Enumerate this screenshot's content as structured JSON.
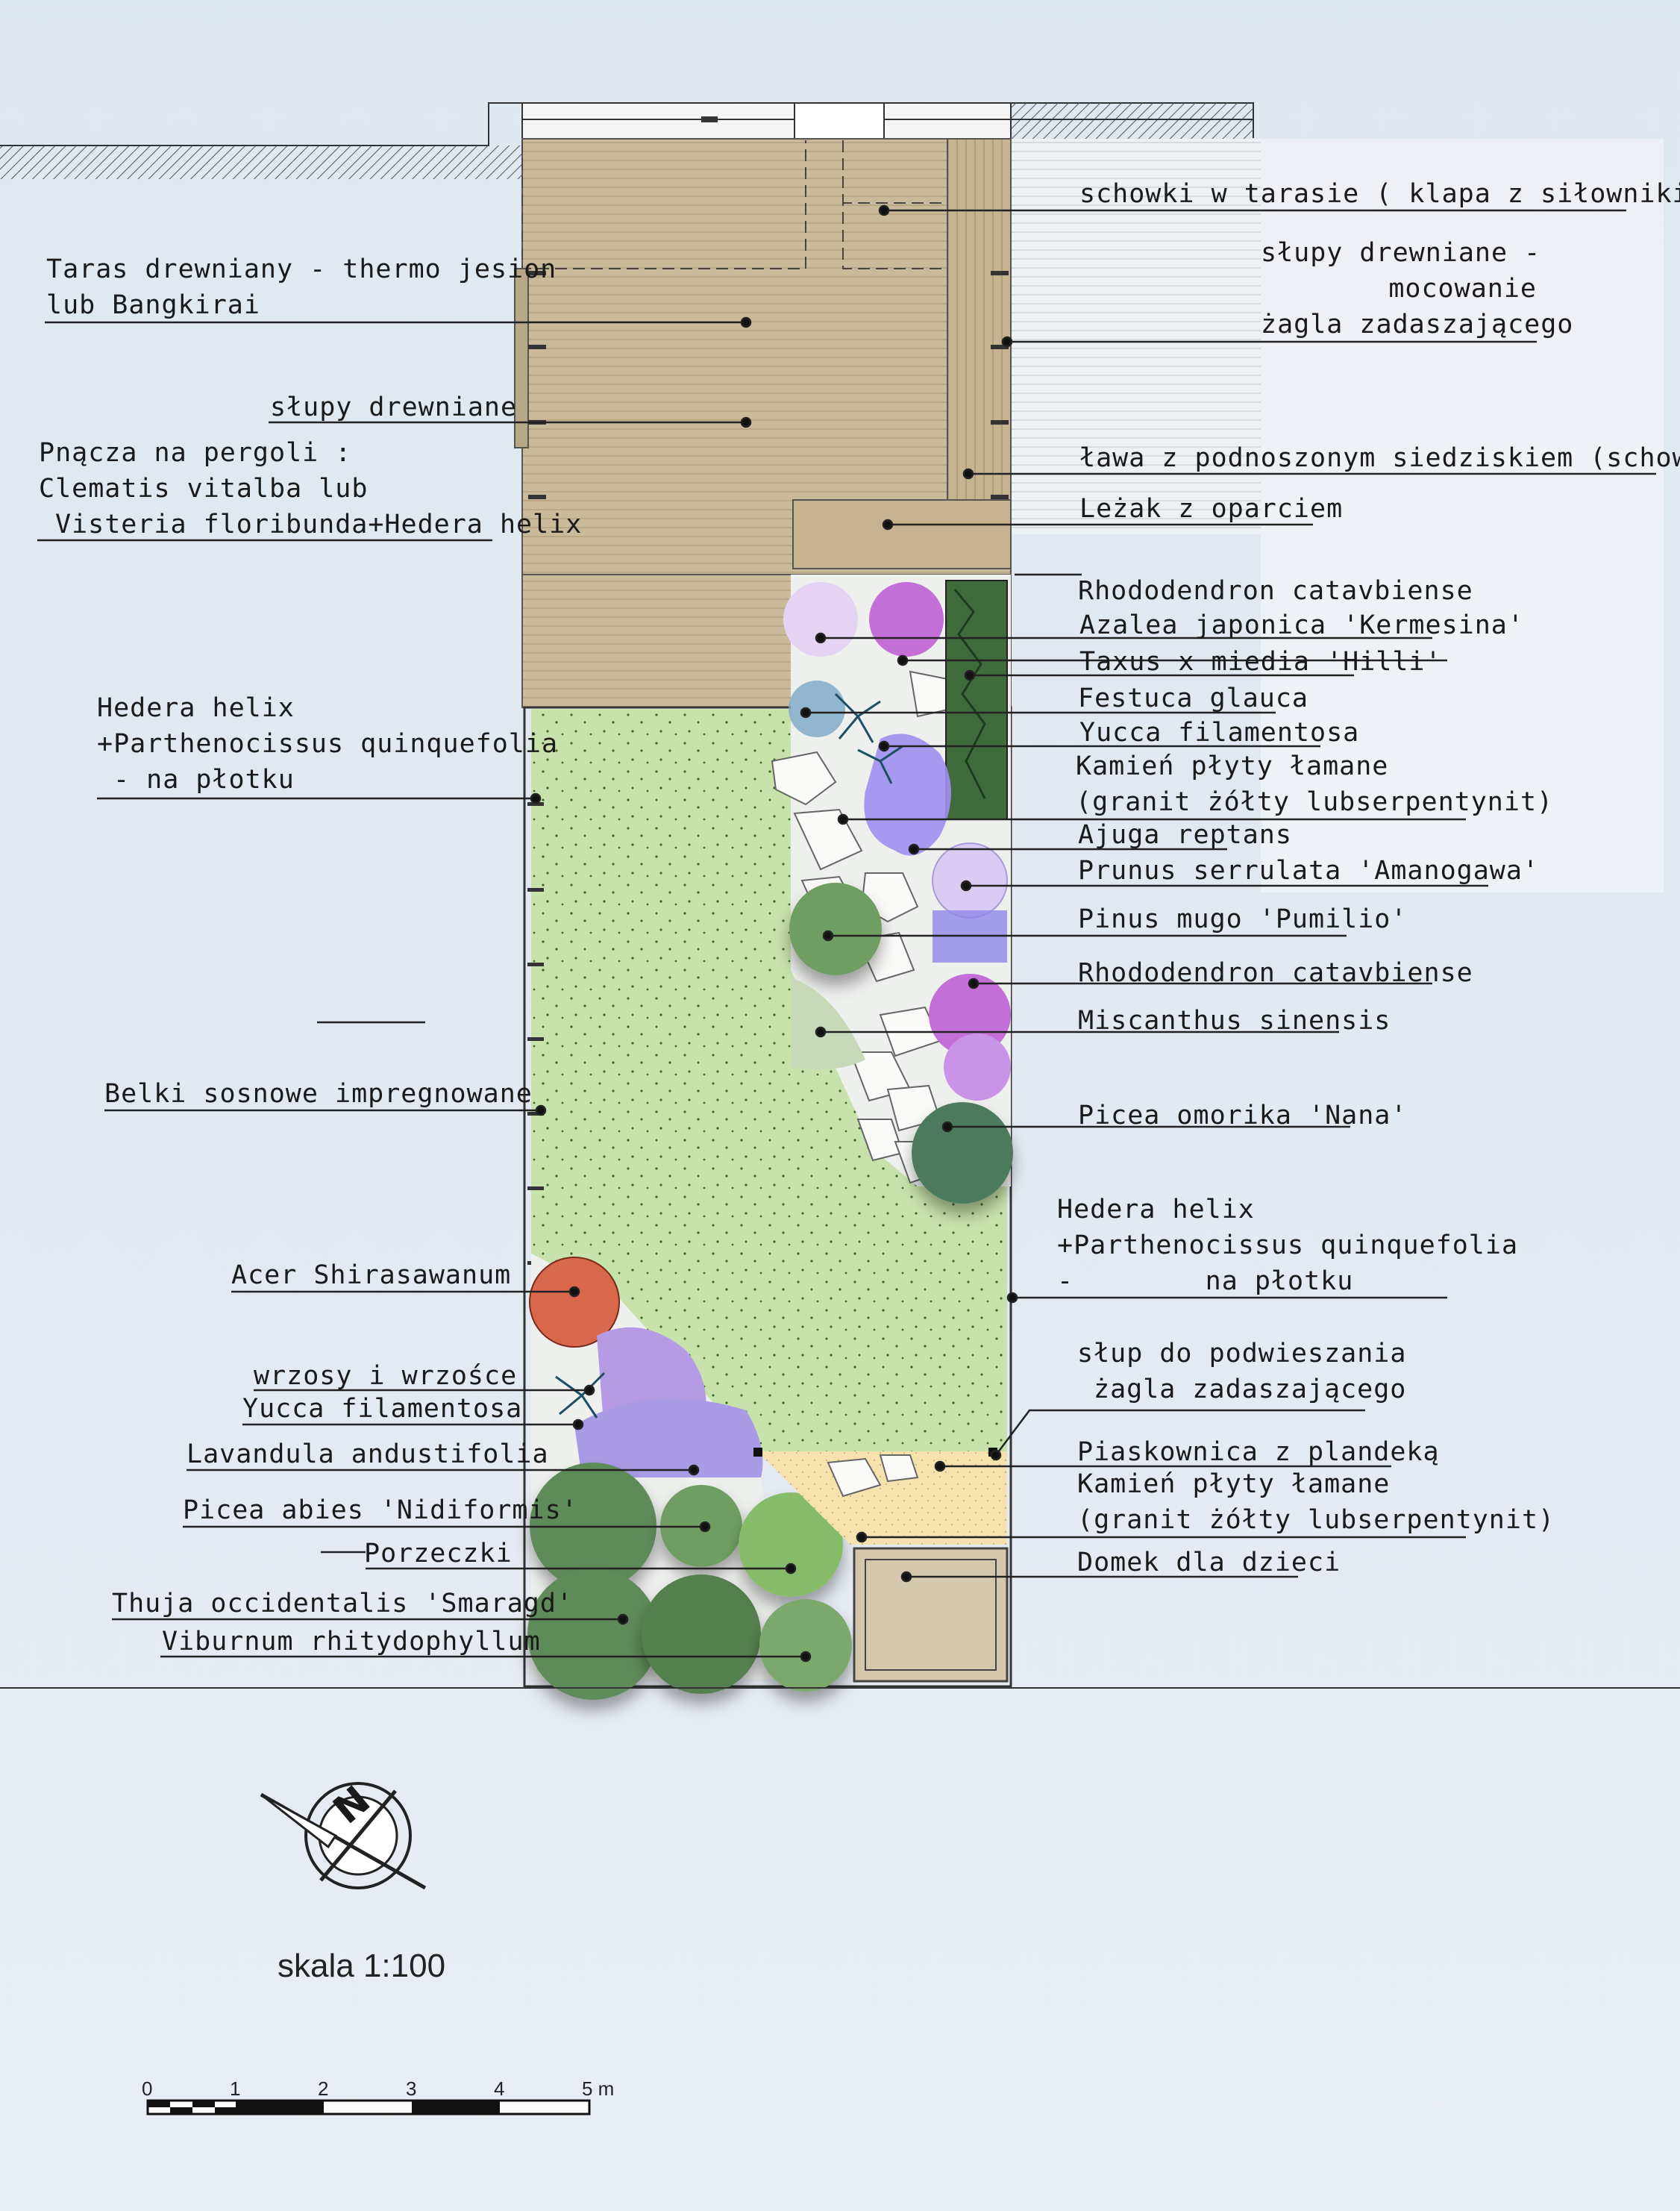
{
  "colors": {
    "deck": "#c9b898",
    "lawn": "#c5e0a8",
    "stone": "#f4f4f2",
    "sand": "#f7e3b0",
    "conifer": "#5f8a5a",
    "rhodo": "#c271d6",
    "lavender": "#a99be6",
    "acer": "#d9694f",
    "prunus": "#d6c7f0"
  },
  "labels_left": {
    "taras_1": "Taras drewniany - thermo jesion",
    "taras_2": "lub Bangkirai",
    "slupy": "słupy drewniane",
    "pnacza_1": "Pnącza na pergoli :",
    "pnacza_2": "Clematis vitalba lub",
    "pnacza_3": "Visteria floribunda+Hedera helix",
    "hedera_1": "Hedera helix",
    "hedera_2": "+Parthenocissus quinquefolia",
    "hedera_3": "- na płotku",
    "belki": "Belki sosnowe impregnowane",
    "acer": "Acer Shirasawanum",
    "wrzosy": "wrzosy i wrzośce",
    "yucca": "Yucca filamentosa",
    "lavandula": "Lavandula andustifolia",
    "picea_abies": "Picea abies 'Nidiformis'",
    "porzeczki": "Porzeczki",
    "thuja": "Thuja occidentalis 'Smaragd'",
    "viburnum": "Viburnum rhitydophyllum"
  },
  "labels_right": {
    "schowki": "schowki w tarasie ( klapa z siłownikiem)",
    "slupy_1": "słupy drewniane -",
    "slupy_2": "mocowanie",
    "slupy_3": "żagla zadaszającego",
    "lawa": "ława z podnoszonym siedziskiem (schowek)",
    "lezak": "Leżak z oparciem",
    "rhodo_1": "Rhododendron catavbiense",
    "azalea": "Azalea japonica 'Kermesina'",
    "taxus": "Taxus x miedia 'Hilli'",
    "festuca": "Festuca glauca",
    "yucca": "Yucca filamentosa",
    "kamien_1a": "Kamień płyty łamane",
    "kamien_1b": "(granit żółty lubserpentynit)",
    "ajuga": "Ajuga reptans",
    "prunus": "Prunus serrulata 'Amanogawa'",
    "pinus": "Pinus mugo 'Pumilio'",
    "rhodo_2": "Rhododendron catavbiense",
    "miscanthus": "Miscanthus sinensis",
    "picea_omorika": "Picea omorika 'Nana'",
    "hedera_1": "Hedera helix",
    "hedera_2": "+Parthenocissus quinquefolia",
    "hedera_3": "-        na płotku",
    "slup_1": "słup do podwieszania",
    "slup_2": "żagla zadaszającego",
    "piaskownica": "Piaskownica z plandeką",
    "kamien_2a": "Kamień płyty łamane",
    "kamien_2b": "(granit żółty lubserpentynit)",
    "domek": "Domek dla dzieci"
  },
  "compass": {
    "north_letter": "N"
  },
  "scale": {
    "label": "skala 1:100",
    "ticks": [
      "0",
      "1",
      "2",
      "3",
      "4",
      "5 m"
    ]
  }
}
